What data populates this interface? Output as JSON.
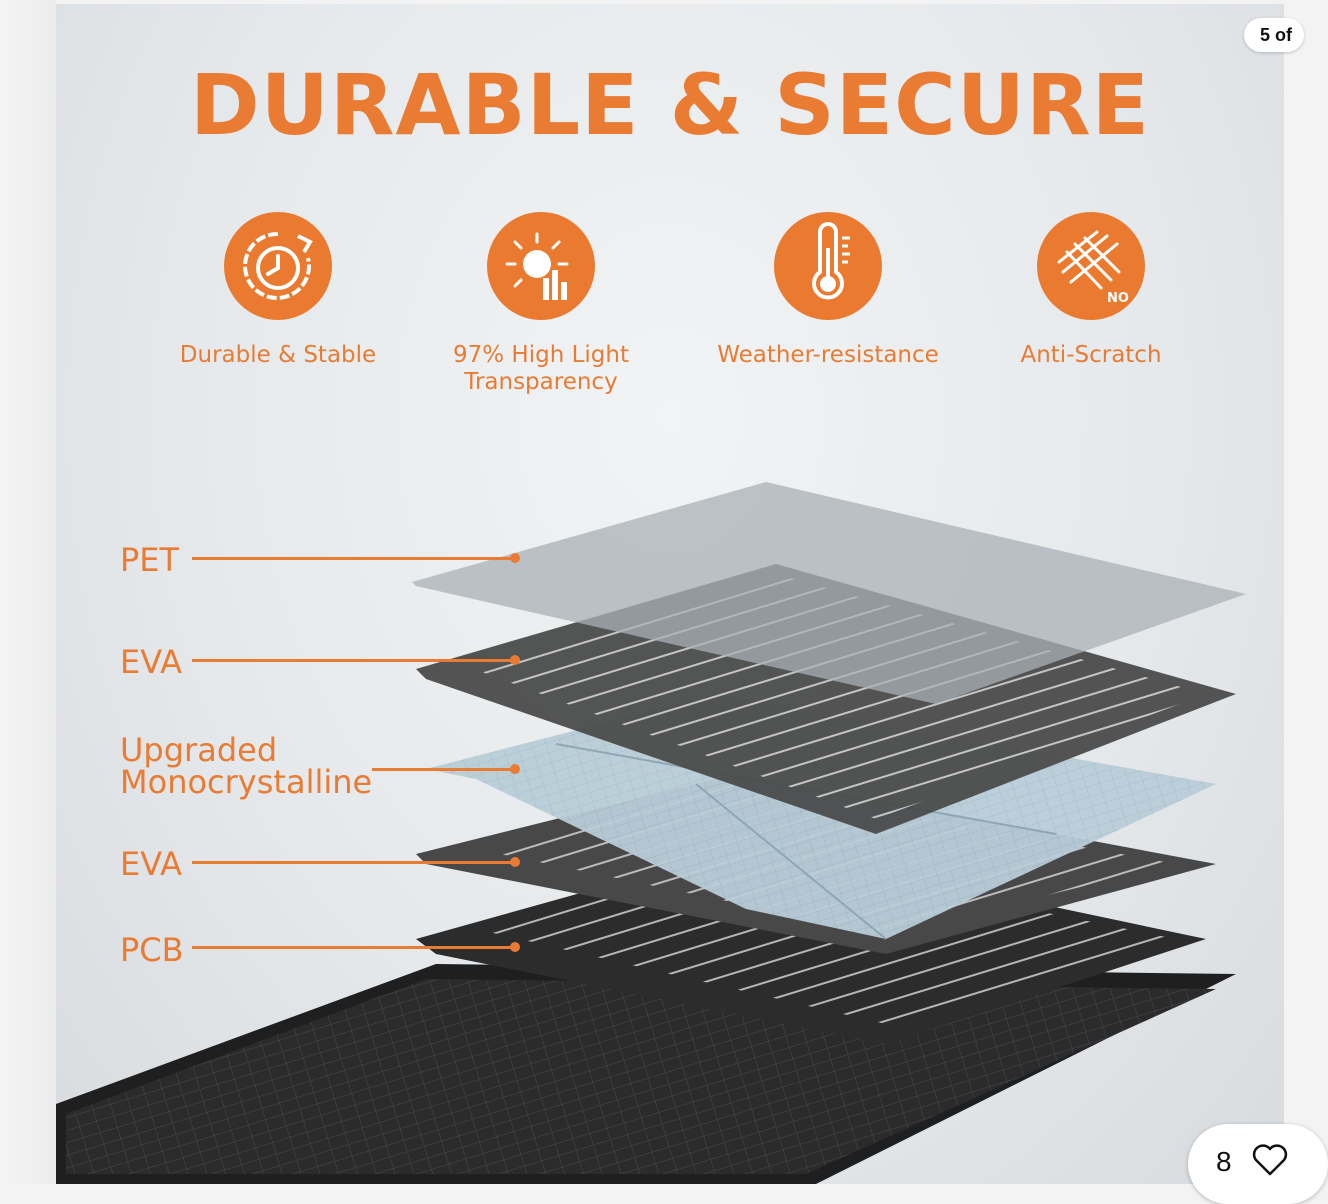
{
  "image_counter": "5 of",
  "headline": "DURABLE & SECURE",
  "features": [
    {
      "icon": "clock-arrow-icon",
      "label": "Durable & Stable"
    },
    {
      "icon": "sun-light-icon",
      "label": "97% High Light\nTransparency"
    },
    {
      "icon": "thermometer-icon",
      "label": "Weather-resistance"
    },
    {
      "icon": "scratch-no-icon",
      "label": "Anti-Scratch",
      "badge": "NO"
    }
  ],
  "layers": [
    {
      "label": "PET"
    },
    {
      "label": "EVA"
    },
    {
      "label": "Upgraded\nMonocrystalline"
    },
    {
      "label": "EVA"
    },
    {
      "label": "PCB"
    }
  ],
  "watch_count": "8",
  "colors": {
    "accent": "#ea7a2f",
    "panel_dark": "#3a3a3a",
    "cell_blue": "#b9cdd8"
  }
}
